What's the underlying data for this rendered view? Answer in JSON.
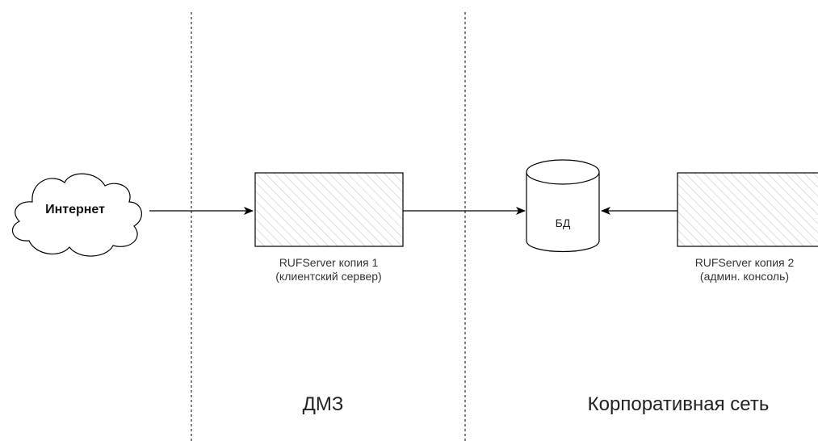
{
  "diagram": {
    "nodes": {
      "internet": {
        "label": "Интернет",
        "shape": "cloud"
      },
      "server1": {
        "caption_line1": "RUFServer копия 1",
        "caption_line2": "(клиентский сервер)",
        "shape": "hatched-rectangle"
      },
      "database": {
        "label": "БД",
        "shape": "cylinder"
      },
      "server2": {
        "caption_line1": "RUFServer копия 2",
        "caption_line2": "(админ. консоль)",
        "shape": "hatched-rectangle"
      }
    },
    "zones": {
      "dmz": "ДМЗ",
      "corporate": "Корпоративная сеть"
    },
    "edges": [
      {
        "from": "internet",
        "to": "server1"
      },
      {
        "from": "server1",
        "to": "database"
      },
      {
        "from": "server2",
        "to": "database"
      }
    ],
    "colors": {
      "stroke": "#000000",
      "hatch": "#c8c8c8",
      "fill": "#ffffff"
    }
  }
}
